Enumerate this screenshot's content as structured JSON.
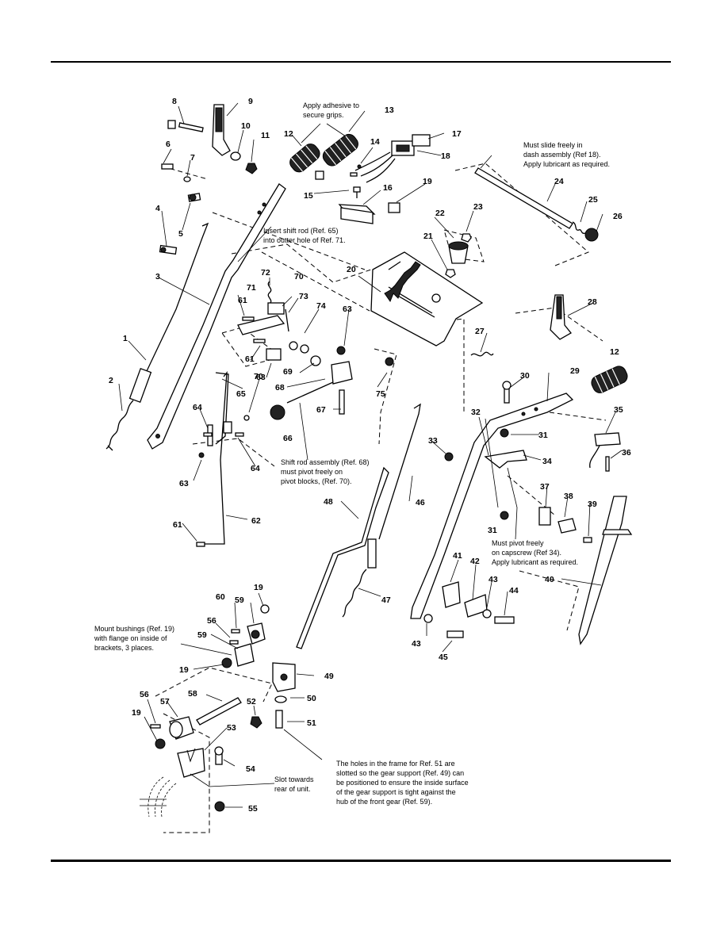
{
  "callouts": [
    {
      "id": "c1",
      "text": "1"
    },
    {
      "id": "c2",
      "text": "2"
    },
    {
      "id": "c3",
      "text": "3"
    },
    {
      "id": "c4",
      "text": "4"
    },
    {
      "id": "c5",
      "text": "5"
    },
    {
      "id": "c6",
      "text": "6"
    },
    {
      "id": "c7",
      "text": "7"
    },
    {
      "id": "c8",
      "text": "8"
    },
    {
      "id": "c9",
      "text": "9"
    },
    {
      "id": "c10",
      "text": "10"
    },
    {
      "id": "c11",
      "text": "11"
    },
    {
      "id": "c12a",
      "text": "12"
    },
    {
      "id": "c13",
      "text": "13"
    },
    {
      "id": "c14",
      "text": "14"
    },
    {
      "id": "c15",
      "text": "15"
    },
    {
      "id": "c16",
      "text": "16"
    },
    {
      "id": "c17",
      "text": "17"
    },
    {
      "id": "c18",
      "text": "18"
    },
    {
      "id": "c19a",
      "text": "19"
    },
    {
      "id": "c20",
      "text": "20"
    },
    {
      "id": "c21",
      "text": "21"
    },
    {
      "id": "c22",
      "text": "22"
    },
    {
      "id": "c23",
      "text": "23"
    },
    {
      "id": "c24",
      "text": "24"
    },
    {
      "id": "c25",
      "text": "25"
    },
    {
      "id": "c26",
      "text": "26"
    },
    {
      "id": "c27",
      "text": "27"
    },
    {
      "id": "c28",
      "text": "28"
    },
    {
      "id": "c29",
      "text": "29"
    },
    {
      "id": "c30",
      "text": "30"
    },
    {
      "id": "c31a",
      "text": "31"
    },
    {
      "id": "c31b",
      "text": "31"
    },
    {
      "id": "c32",
      "text": "32"
    },
    {
      "id": "c33",
      "text": "33"
    },
    {
      "id": "c34",
      "text": "34"
    },
    {
      "id": "c35",
      "text": "35"
    },
    {
      "id": "c36",
      "text": "36"
    },
    {
      "id": "c37",
      "text": "37"
    },
    {
      "id": "c38",
      "text": "38"
    },
    {
      "id": "c39",
      "text": "39"
    },
    {
      "id": "c40",
      "text": "40"
    },
    {
      "id": "c41",
      "text": "41"
    },
    {
      "id": "c42",
      "text": "42"
    },
    {
      "id": "c43a",
      "text": "43"
    },
    {
      "id": "c43b",
      "text": "43"
    },
    {
      "id": "c44",
      "text": "44"
    },
    {
      "id": "c45",
      "text": "45"
    },
    {
      "id": "c46",
      "text": "46"
    },
    {
      "id": "c47",
      "text": "47"
    },
    {
      "id": "c48",
      "text": "48"
    },
    {
      "id": "c49",
      "text": "49"
    },
    {
      "id": "c50",
      "text": "50"
    },
    {
      "id": "c51",
      "text": "51"
    },
    {
      "id": "c52",
      "text": "52"
    },
    {
      "id": "c53",
      "text": "53"
    },
    {
      "id": "c54",
      "text": "54"
    },
    {
      "id": "c55",
      "text": "55"
    },
    {
      "id": "c56a",
      "text": "56"
    },
    {
      "id": "c56b",
      "text": "56"
    },
    {
      "id": "c57",
      "text": "57"
    },
    {
      "id": "c58",
      "text": "58"
    },
    {
      "id": "c59a",
      "text": "59"
    },
    {
      "id": "c59b",
      "text": "59"
    },
    {
      "id": "c60",
      "text": "60"
    },
    {
      "id": "c61a",
      "text": "61"
    },
    {
      "id": "c61b",
      "text": "61"
    },
    {
      "id": "c61c",
      "text": "61"
    },
    {
      "id": "c62",
      "text": "62"
    },
    {
      "id": "c63a",
      "text": "63"
    },
    {
      "id": "c63b",
      "text": "63"
    },
    {
      "id": "c63c",
      "text": "63"
    },
    {
      "id": "c64a",
      "text": "64"
    },
    {
      "id": "c64b",
      "text": "64"
    },
    {
      "id": "c65",
      "text": "65"
    },
    {
      "id": "c66",
      "text": "66"
    },
    {
      "id": "c67",
      "text": "67"
    },
    {
      "id": "c68",
      "text": "68"
    },
    {
      "id": "c69",
      "text": "69"
    },
    {
      "id": "c70a",
      "text": "70"
    },
    {
      "id": "c70b",
      "text": "70"
    },
    {
      "id": "c71",
      "text": "71"
    },
    {
      "id": "c72",
      "text": "72"
    },
    {
      "id": "c73",
      "text": "73"
    },
    {
      "id": "c74",
      "text": "74"
    },
    {
      "id": "c75",
      "text": "75"
    },
    {
      "id": "c12b",
      "text": "12"
    },
    {
      "id": "c19b",
      "text": "19"
    },
    {
      "id": "c19c",
      "text": "19"
    },
    {
      "id": "c19d",
      "text": "19"
    }
  ],
  "notes": {
    "adhesive": [
      "Apply adhesive to",
      "secure grips."
    ],
    "slide": [
      "Must slide freely in",
      "dash assembly (Ref 18).",
      "Apply lubricant as required."
    ],
    "insert": [
      "Insert shift rod (Ref. 65)",
      "into outter hole of Ref. 71."
    ],
    "shift_rod": [
      "Shift rod assembly (Ref. 68)",
      "must pivot freely on",
      "pivot blocks, (Ref. 70)."
    ],
    "pivot": [
      "Must pivot freely",
      "on capscrew (Ref 34).",
      "Apply lubricant as required."
    ],
    "bushings": [
      "Mount bushings (Ref. 19)",
      "with flange on inside of",
      "brackets, 3 places."
    ],
    "slot": [
      "Slot towards",
      "rear of unit."
    ],
    "holes": [
      "The holes in the frame for Ref. 51 are",
      "slotted so the gear support (Ref. 49) can",
      "be positioned to ensure the inside surface",
      "of the gear support is tight against the",
      "hub of the front gear (Ref. 59)."
    ]
  }
}
